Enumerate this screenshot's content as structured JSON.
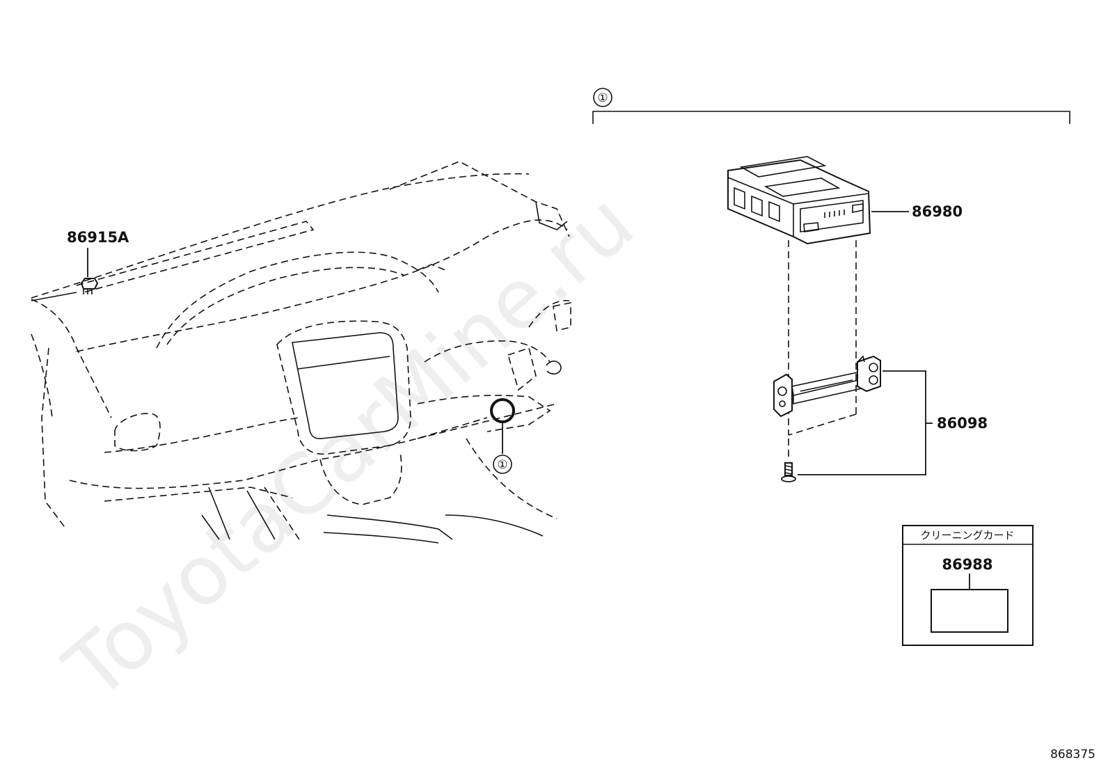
{
  "watermark": "ToyotaCarMine.ru",
  "parts": {
    "bracket_group": "①",
    "dash_callout": "①",
    "clip": "86915A",
    "module": "86980",
    "bracket": "86098",
    "card": "86988"
  },
  "cleaning_card_box": {
    "title": "クリーニングカード"
  },
  "figure_id": "868375",
  "icons": {
    "module": "etc-unit-icon",
    "bracket": "mounting-bracket-icon",
    "screw": "screw-icon",
    "card": "cleaning-card-icon",
    "clip": "clip-icon"
  }
}
